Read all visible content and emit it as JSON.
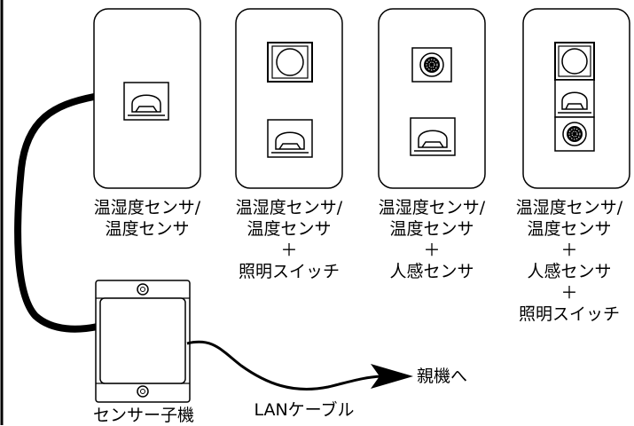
{
  "plates": [
    {
      "label_lines": [
        "温湿度センサ/",
        "温度センサ"
      ],
      "modules": [
        "rj-jack"
      ]
    },
    {
      "label_lines": [
        "温湿度センサ/",
        "温度センサ",
        "＋",
        "照明スイッチ"
      ],
      "modules": [
        "switch",
        "rj-jack"
      ]
    },
    {
      "label_lines": [
        "温湿度センサ/",
        "温度センサ",
        "＋",
        "人感センサ"
      ],
      "modules": [
        "motion-sensor",
        "rj-jack"
      ]
    },
    {
      "label_lines": [
        "温湿度センサ/",
        "温度センサ",
        "＋",
        "人感センサ",
        "＋",
        "照明スイッチ"
      ],
      "modules": [
        "switch",
        "rj-jack",
        "motion-sensor"
      ]
    }
  ],
  "child_unit_label": "センサー子機",
  "lan_cable_label": "LANケーブル",
  "parent_label": "親機へ",
  "colors": {
    "line": "#000000",
    "background": "#ffffff"
  }
}
